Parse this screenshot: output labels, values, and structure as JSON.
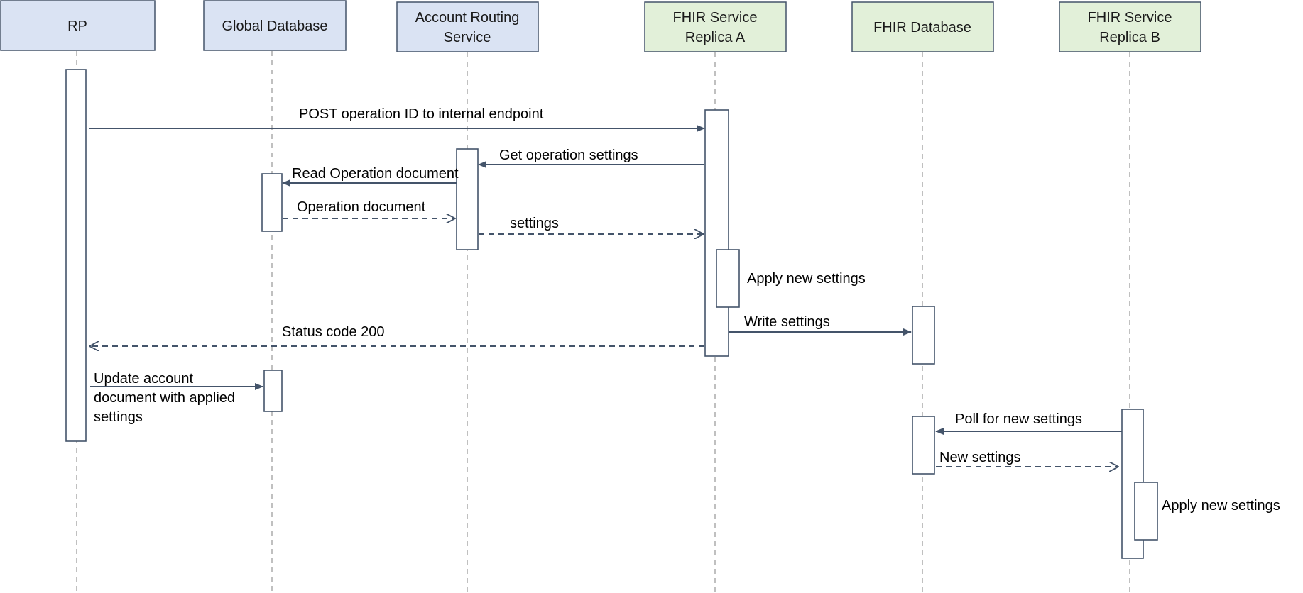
{
  "colors": {
    "participant_blue_fill": "#dae3f3",
    "participant_green_fill": "#e2f0d9",
    "participant_border": "#44546a",
    "lifeline": "#a6a6a6",
    "arrow": "#44546a"
  },
  "participants": [
    {
      "id": "rp",
      "lines": [
        "RP"
      ],
      "theme": "blue"
    },
    {
      "id": "global-database",
      "lines": [
        "Global Database"
      ],
      "theme": "blue"
    },
    {
      "id": "account-routing-service",
      "lines": [
        "Account Routing",
        "Service"
      ],
      "theme": "blue"
    },
    {
      "id": "fhir-service-replica-a",
      "lines": [
        "FHIR Service",
        "Replica A"
      ],
      "theme": "green"
    },
    {
      "id": "fhir-database",
      "lines": [
        "FHIR Database"
      ],
      "theme": "green"
    },
    {
      "id": "fhir-service-replica-b",
      "lines": [
        "FHIR Service",
        "Replica B"
      ],
      "theme": "green"
    }
  ],
  "messages": [
    {
      "id": "post-operation-id",
      "from": "rp",
      "to": "fhir-service-replica-a",
      "kind": "sync",
      "lines": [
        "POST operation ID to internal endpoint"
      ]
    },
    {
      "id": "get-operation-settings",
      "from": "fhir-service-replica-a",
      "to": "account-routing-service",
      "kind": "sync",
      "lines": [
        "Get operation settings"
      ]
    },
    {
      "id": "read-operation-document",
      "from": "account-routing-service",
      "to": "global-database",
      "kind": "sync",
      "lines": [
        "Read Operation document"
      ]
    },
    {
      "id": "operation-document",
      "from": "global-database",
      "to": "account-routing-service",
      "kind": "return",
      "lines": [
        "Operation document"
      ]
    },
    {
      "id": "settings",
      "from": "account-routing-service",
      "to": "fhir-service-replica-a",
      "kind": "return",
      "lines": [
        "settings"
      ]
    },
    {
      "id": "apply-new-settings-a",
      "from": "fhir-service-replica-a",
      "to": "fhir-service-replica-a",
      "kind": "self",
      "lines": [
        "Apply new settings"
      ]
    },
    {
      "id": "write-settings",
      "from": "fhir-service-replica-a",
      "to": "fhir-database",
      "kind": "sync",
      "lines": [
        "Write settings"
      ]
    },
    {
      "id": "status-code-200",
      "from": "fhir-service-replica-a",
      "to": "rp",
      "kind": "return",
      "lines": [
        "Status code 200"
      ]
    },
    {
      "id": "update-account-document",
      "from": "rp",
      "to": "global-database",
      "kind": "sync",
      "lines": [
        "Update account",
        "document with applied",
        "settings"
      ]
    },
    {
      "id": "poll-for-new-settings",
      "from": "fhir-service-replica-b",
      "to": "fhir-database",
      "kind": "sync",
      "lines": [
        "Poll for new settings"
      ]
    },
    {
      "id": "new-settings",
      "from": "fhir-database",
      "to": "fhir-service-replica-b",
      "kind": "return",
      "lines": [
        "New settings"
      ]
    },
    {
      "id": "apply-new-settings-b",
      "from": "fhir-service-replica-b",
      "to": "fhir-service-replica-b",
      "kind": "self",
      "lines": [
        "Apply new settings"
      ]
    }
  ]
}
